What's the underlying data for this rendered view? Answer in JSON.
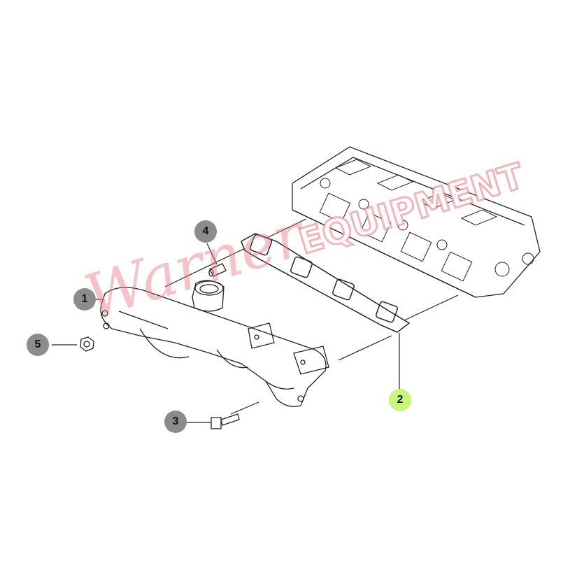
{
  "diagram": {
    "title": "Exhaust manifold exploded view",
    "callouts": [
      {
        "id": "1",
        "label": "1",
        "part": "exhaust-manifold"
      },
      {
        "id": "2",
        "label": "2",
        "part": "manifold-gasket",
        "highlighted": true
      },
      {
        "id": "3",
        "label": "3",
        "part": "bolt"
      },
      {
        "id": "4",
        "label": "4",
        "part": "stud"
      },
      {
        "id": "5",
        "label": "5",
        "part": "nut"
      }
    ],
    "colors": {
      "callout": "#8c8c8c",
      "highlight": "#c8f57a",
      "watermark": "#e67882"
    }
  },
  "watermark": {
    "script": "Warner",
    "block": "EQUIPMENT"
  }
}
